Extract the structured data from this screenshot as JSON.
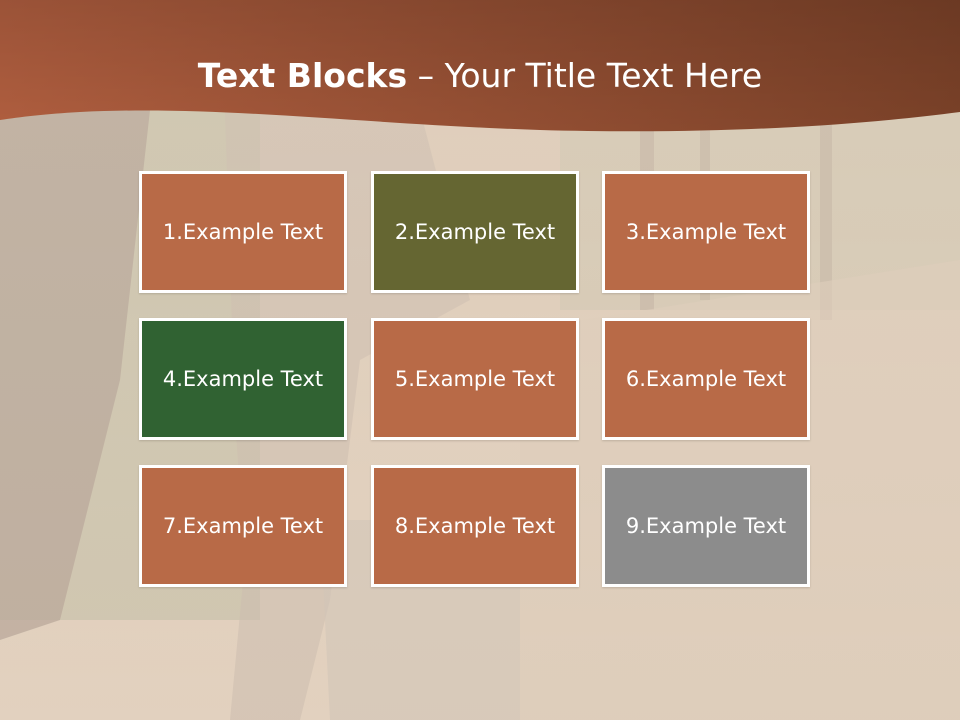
{
  "title": {
    "bold": "Text Blocks",
    "dash": " – ",
    "rest": "Your Title Text Here"
  },
  "blocks": [
    {
      "label": "1.Example Text",
      "color": "#b86a47"
    },
    {
      "label": "2.Example Text",
      "color": "#656632"
    },
    {
      "label": "3.Example Text",
      "color": "#b86a47"
    },
    {
      "label": "4.Example Text",
      "color": "#306232"
    },
    {
      "label": "5.Example Text",
      "color": "#b86a47"
    },
    {
      "label": "6.Example Text",
      "color": "#b86a47"
    },
    {
      "label": "7.Example Text",
      "color": "#b86a47"
    },
    {
      "label": "8.Example Text",
      "color": "#b86a47"
    },
    {
      "label": "9.Example Text",
      "color": "#8c8c8c"
    }
  ],
  "colors": {
    "banner_start": "#b05e3f",
    "banner_end": "#6e3a26",
    "background_overlay": "#e9d8c8"
  }
}
